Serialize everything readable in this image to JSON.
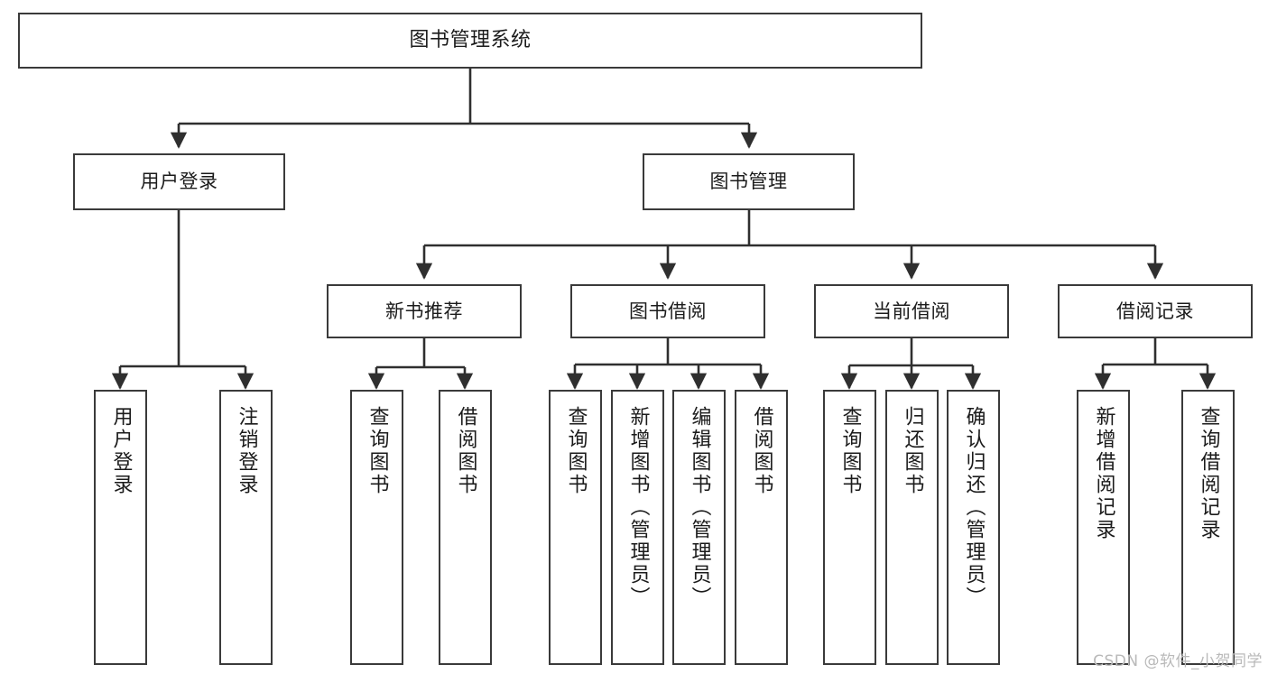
{
  "diagram": {
    "title": "图书管理系统",
    "watermark": "CSDN @软件_小贺同学",
    "colors": {
      "box_border": "#3a3a3a",
      "box_fill": "#ffffff",
      "edge": "#2f2f2f",
      "text": "#1b1b1b",
      "watermark": "#b9b9b9",
      "background": "#ffffff"
    },
    "levels": {
      "root": "图书管理系统",
      "level2": [
        "用户登录",
        "图书管理"
      ],
      "level3": [
        "新书推荐",
        "图书借阅",
        "当前借阅",
        "借阅记录"
      ]
    },
    "nodes": {
      "root": {
        "label": "图书管理系统"
      },
      "user_login": {
        "label": "用户登录"
      },
      "book_manage": {
        "label": "图书管理"
      },
      "new_book_rec": {
        "label": "新书推荐"
      },
      "book_borrow": {
        "label": "图书借阅"
      },
      "current_borrow": {
        "label": "当前借阅"
      },
      "borrow_record": {
        "label": "借阅记录"
      },
      "leaf_user_login": {
        "label": "用户登录"
      },
      "leaf_logout": {
        "label": "注销登录"
      },
      "leaf_query_book_1": {
        "label": "查询图书"
      },
      "leaf_borrow_book_1": {
        "label": "借阅图书"
      },
      "leaf_query_book_2": {
        "label": "查询图书"
      },
      "leaf_add_book": {
        "label": "新增图书（管理员）"
      },
      "leaf_edit_book": {
        "label": "编辑图书（管理员）"
      },
      "leaf_borrow_book_2": {
        "label": "借阅图书"
      },
      "leaf_query_book_3": {
        "label": "查询图书"
      },
      "leaf_return_book": {
        "label": "归还图书"
      },
      "leaf_confirm_return": {
        "label": "确认归还（管理员）"
      },
      "leaf_add_record": {
        "label": "新增借阅记录"
      },
      "leaf_query_record": {
        "label": "查询借阅记录"
      }
    },
    "tree": {
      "name": "图书管理系统",
      "children": [
        {
          "name": "用户登录",
          "children": [
            {
              "name": "用户登录"
            },
            {
              "name": "注销登录"
            }
          ]
        },
        {
          "name": "图书管理",
          "children": [
            {
              "name": "新书推荐",
              "children": [
                {
                  "name": "查询图书"
                },
                {
                  "name": "借阅图书"
                }
              ]
            },
            {
              "name": "图书借阅",
              "children": [
                {
                  "name": "查询图书"
                },
                {
                  "name": "新增图书（管理员）"
                },
                {
                  "name": "编辑图书（管理员）"
                },
                {
                  "name": "借阅图书"
                }
              ]
            },
            {
              "name": "当前借阅",
              "children": [
                {
                  "name": "查询图书"
                },
                {
                  "name": "归还图书"
                },
                {
                  "name": "确认归还（管理员）"
                }
              ]
            },
            {
              "name": "借阅记录",
              "children": [
                {
                  "name": "新增借阅记录"
                },
                {
                  "name": "查询借阅记录"
                }
              ]
            }
          ]
        }
      ]
    }
  }
}
